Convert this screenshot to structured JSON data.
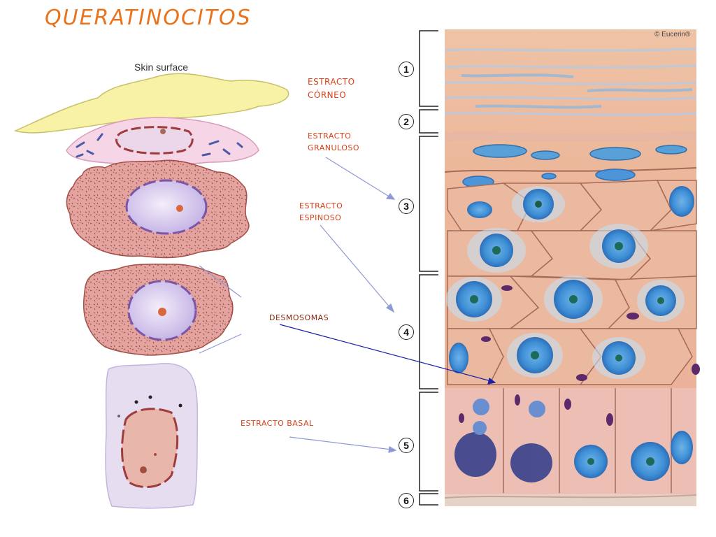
{
  "title": "QUERATINOCITOS",
  "left_diagram": {
    "surface_label": "Skin surface"
  },
  "labels": {
    "corneo_1": "ESTRACTO",
    "corneo_2": "CÓRNEO",
    "granuloso_1": "ESTRACTO",
    "granuloso_2": "GRANULOSO",
    "espinoso_1": "ESTRACTO",
    "espinoso_2": "ESPINOSO",
    "desmosomas": "DESMOSOMAS",
    "basal": "ESTRACTO BASAL"
  },
  "layers": [
    "1",
    "2",
    "3",
    "4",
    "5",
    "6"
  ],
  "copyright": "© Eucerin®",
  "colors": {
    "title": "#e8731c",
    "labels": "#d9401a",
    "arrow": "#8f99d6",
    "arrow_dark": "#1a22a8"
  }
}
